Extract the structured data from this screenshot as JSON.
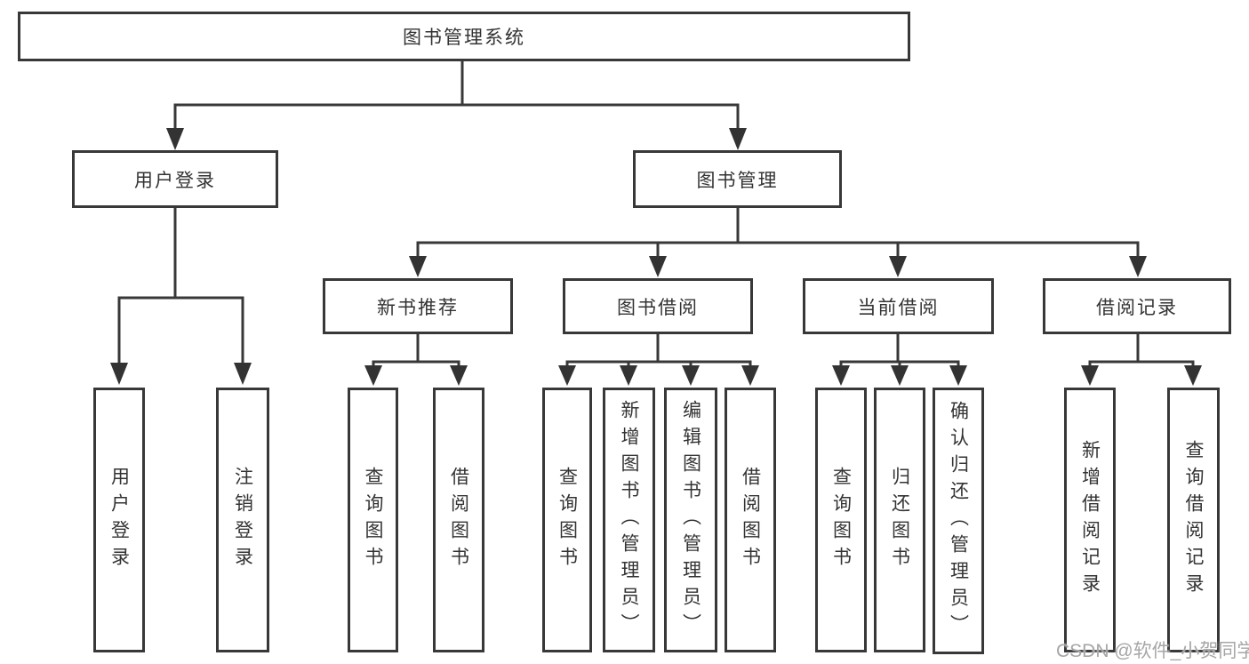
{
  "tree": {
    "label": "图书管理系统",
    "children": [
      {
        "label": "用户登录",
        "children": [
          {
            "label": "用户登录"
          },
          {
            "label": "注销登录"
          }
        ]
      },
      {
        "label": "图书管理",
        "children": [
          {
            "label": "新书推荐",
            "children": [
              {
                "label": "查询图书"
              },
              {
                "label": "借阅图书"
              }
            ]
          },
          {
            "label": "图书借阅",
            "children": [
              {
                "label": "查询图书"
              },
              {
                "label": "新增图书（管理员）"
              },
              {
                "label": "编辑图书（管理员）"
              },
              {
                "label": "借阅图书"
              }
            ]
          },
          {
            "label": "当前借阅",
            "children": [
              {
                "label": "查询图书"
              },
              {
                "label": "归还图书"
              },
              {
                "label": "确认归还（管理员）"
              }
            ]
          },
          {
            "label": "借阅记录",
            "children": [
              {
                "label": "新增借阅记录"
              },
              {
                "label": "查询借阅记录"
              }
            ]
          }
        ]
      }
    ]
  },
  "watermark": {
    "text": "CSDN @软件_小贺同学"
  },
  "colors": {
    "line": "#383838",
    "box_border": "#383838",
    "box_fill": "#ffffff",
    "text": "#333333",
    "watermark": "#a6a6a6",
    "background": "#ffffff"
  }
}
